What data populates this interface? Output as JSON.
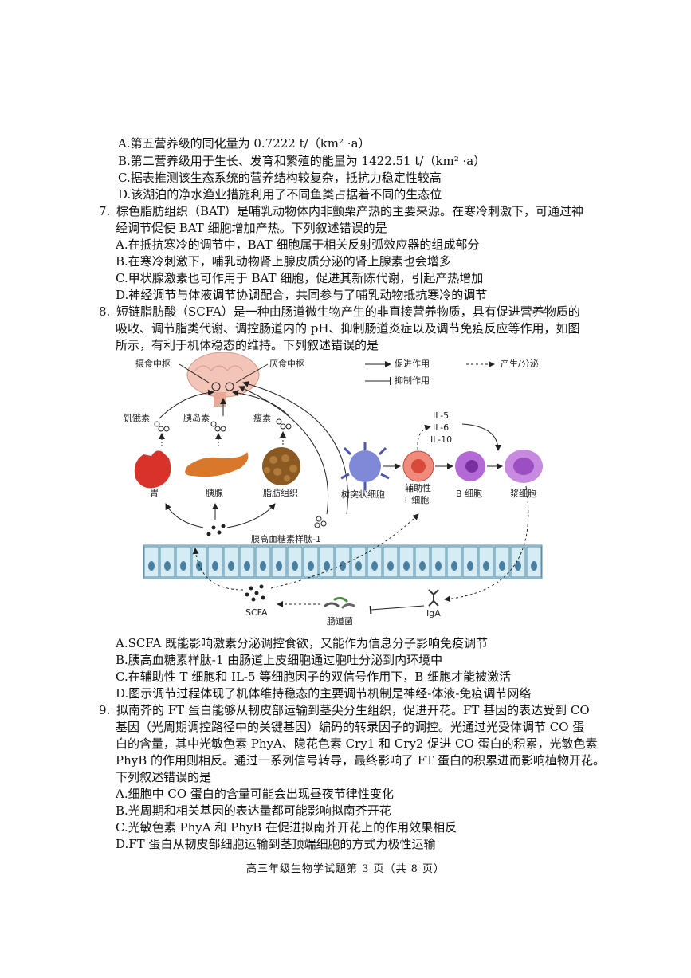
{
  "q6_options": [
    "A.第五营养级的同化量为 0.7222 t/（km² ·a）",
    "B.第二营养级用于生长、发育和繁殖的能量为 1422.51 t/（km² ·a）",
    "C.据表推测该生态系统的营养结构较复杂，抵抗力稳定性较高",
    "D.该湖泊的净水渔业措施利用了不同鱼类占据着不同的生态位"
  ],
  "q7": {
    "number": "7.",
    "stem_1": "棕色脂肪组织（BAT）是哺乳动物体内非颤栗产热的主要来源。在寒冷刺激下，可通过神",
    "stem_2": "经调节促使 BAT 细胞增加产热。下列叙述错误的是",
    "options": [
      "A.在抵抗寒冷的调节中，BAT 细胞属于相关反射弧效应器的组成部分",
      "B.在寒冷刺激下，哺乳动物肾上腺皮质分泌的肾上腺素也会增多",
      "C.甲状腺激素也可作用于 BAT 细胞，促进其新陈代谢，引起产热增加",
      "D.神经调节与体液调节协调配合，共同参与了哺乳动物抵抗寒冷的调节"
    ]
  },
  "q8": {
    "number": "8.",
    "stem_1": "短链脂肪酸（SCFA）是一种由肠道微生物产生的非直接营养物质，具有促进营养物质的",
    "stem_2": "吸收、调节脂类代谢、调控肠道内的 pH、抑制肠道炎症以及调节免疫反应等作用，如图",
    "stem_3": "所示，有利于机体稳态的维持。下列叙述错误的是",
    "options": [
      "A.SCFA 既能影响激素分泌调控食欲，又能作为信息分子影响免疫调节",
      "B.胰高血糖素样肽-1 由肠道上皮细胞通过胞吐分泌到内环境中",
      "C.在辅助性 T 细胞和 IL-5 等细胞因子的双信号作用下，B 细胞才能被激活",
      "D.图示调节过程体现了机体维持稳态的主要调节机制是神经-体液-免疫调节网络"
    ]
  },
  "figure": {
    "feeding_center": "摄食中枢",
    "satiety_center": "厌食中枢",
    "legend_promote": "促进作用",
    "legend_inhibit": "抑制作用",
    "legend_produce": "产生/分泌",
    "ghrelin": "饥饿素",
    "insulin": "胰岛素",
    "leptin": "瘦素",
    "stomach": "胃",
    "pancreas": "胰腺",
    "adipose": "脂肪组织",
    "glp1": "胰高血糖素样肽-1",
    "il5": "IL-5",
    "il6": "IL-6",
    "il10": "IL-10",
    "dendritic": "树突状细胞",
    "helper_t_1": "辅助性",
    "helper_t_2": "T 细胞",
    "b_cell": "B 细胞",
    "plasma": "浆细胞",
    "scfa": "SCFA",
    "gut_bacteria": "肠道菌",
    "iga": "IgA",
    "colors": {
      "stomach": "#d9322b",
      "pancreas": "#d9782a",
      "adipose": "#8a5a22",
      "epithelium": "#bfe0ee",
      "brain": "#f3c4b8"
    }
  },
  "q9": {
    "number": "9.",
    "stem_1": "拟南芥的 FT 蛋白能够从韧皮部运输到茎尖分生组织，促进开花。FT 基因的表达受到 CO",
    "stem_2": "基因（光周期调控路径中的关键基因）编码的转录因子的调控。光通过光受体调节 CO 蛋",
    "stem_3": "白的含量，其中光敏色素 PhyA、隐花色素 Cry1 和 Cry2 促进 CO 蛋白的积累，光敏色素",
    "stem_4": "PhyB 的作用则相反。通过一系列信号转导，最终影响了 FT 蛋白的积累进而影响植物开花。",
    "stem_5": "下列叙述错误的是",
    "options": [
      "A.细胞中 CO 蛋白的含量可能会出现昼夜节律性变化",
      "B.光周期和相关基因的表达量都可能影响拟南芥开花",
      "C.光敏色素 PhyA 和 PhyB 在促进拟南芥开花上的作用效果相反",
      "D.FT 蛋白从韧皮部细胞运输到茎顶端细胞的方式为极性运输"
    ]
  },
  "footer": "高三年级生物学试题第 3 页（共 8 页）"
}
